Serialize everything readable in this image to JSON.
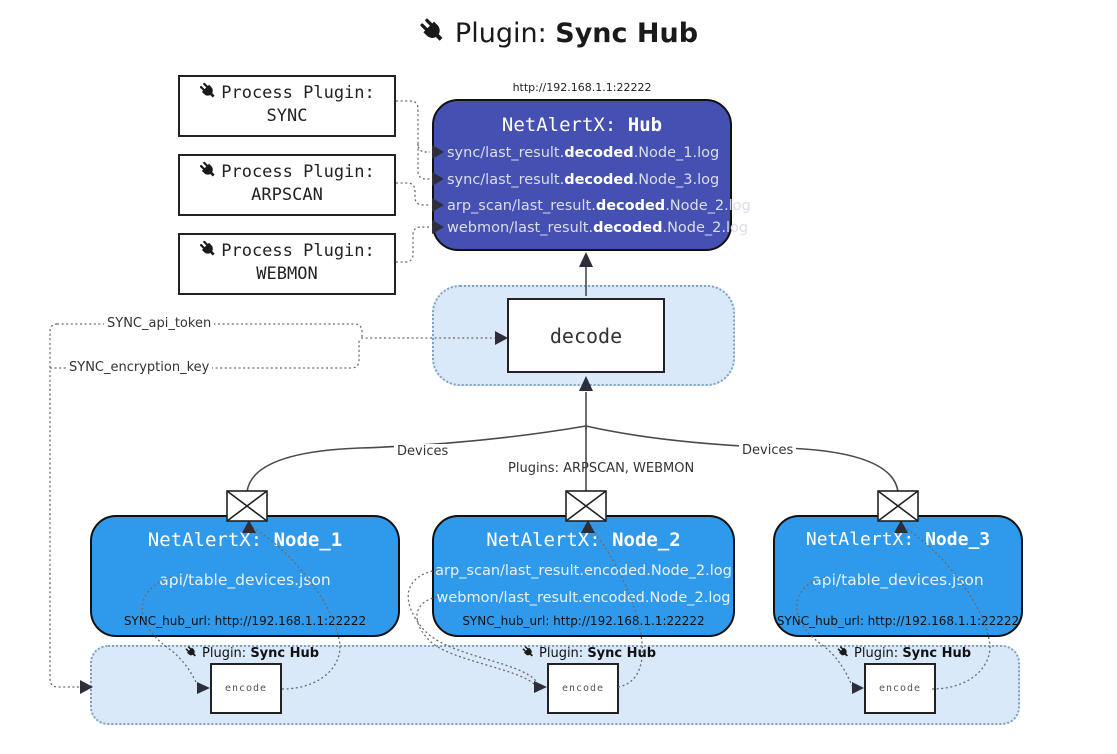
{
  "title": {
    "prefix": "Plugin: ",
    "name": "Sync Hub"
  },
  "process_plugins": [
    {
      "label": "Process Plugin:",
      "name": "SYNC"
    },
    {
      "label": "Process Plugin:",
      "name": "ARPSCAN"
    },
    {
      "label": "Process Plugin:",
      "name": "WEBMON"
    }
  ],
  "hub": {
    "url": "http://192.168.1.1:22222",
    "title_prefix": "NetAlertX: ",
    "title_bold": "Hub",
    "rows": [
      {
        "pre": "sync/last_result.",
        "bold": "decoded",
        "post": ".Node_1.log"
      },
      {
        "pre": "sync/last_result.",
        "bold": "decoded",
        "post": ".Node_3.log"
      },
      {
        "pre": "arp_scan/last_result.",
        "bold": "decoded",
        "post": ".Node_2.log"
      },
      {
        "pre": "webmon/last_result.",
        "bold": "decoded",
        "post": ".Node_2.log"
      }
    ]
  },
  "decode": {
    "label": "decode"
  },
  "tokens": {
    "api_token": "SYNC_api_token",
    "encryption_key": "SYNC_encryption_key"
  },
  "edges": {
    "devices_left": "Devices",
    "devices_right": "Devices",
    "plugins_center": "Plugins: ARPSCAN, WEBMON"
  },
  "nodes": [
    {
      "title_prefix": "NetAlertX: ",
      "title_bold": "Node_1",
      "files": [
        "api/table_devices.json"
      ],
      "hub_url": "SYNC_hub_url: http://192.168.1.1:22222"
    },
    {
      "title_prefix": "NetAlertX: ",
      "title_bold": "Node_2",
      "files": [
        "arp_scan/last_result.encoded.Node_2.log",
        "webmon/last_result.encoded.Node_2.log"
      ],
      "hub_url": "SYNC_hub_url: http://192.168.1.1:22222"
    },
    {
      "title_prefix": "NetAlertX: ",
      "title_bold": "Node_3",
      "files": [
        "api/table_devices.json"
      ],
      "hub_url": "SYNC_hub_url: http://192.168.1.1:22222"
    }
  ],
  "encode_sections": [
    {
      "plugin_prefix": "Plugin: ",
      "plugin_bold": "Sync Hub",
      "box_label": "encode"
    },
    {
      "plugin_prefix": "Plugin: ",
      "plugin_bold": "Sync Hub",
      "box_label": "encode"
    },
    {
      "plugin_prefix": "Plugin: ",
      "plugin_bold": "Sync Hub",
      "box_label": "encode"
    }
  ],
  "colors": {
    "hub_fill": "#4450b2",
    "node_fill": "#2f9aec",
    "container_fill": "#d9e9fa",
    "container_border": "#7fa3c4",
    "wire": "#4a4a4a",
    "icon": "#1a1a1a"
  }
}
